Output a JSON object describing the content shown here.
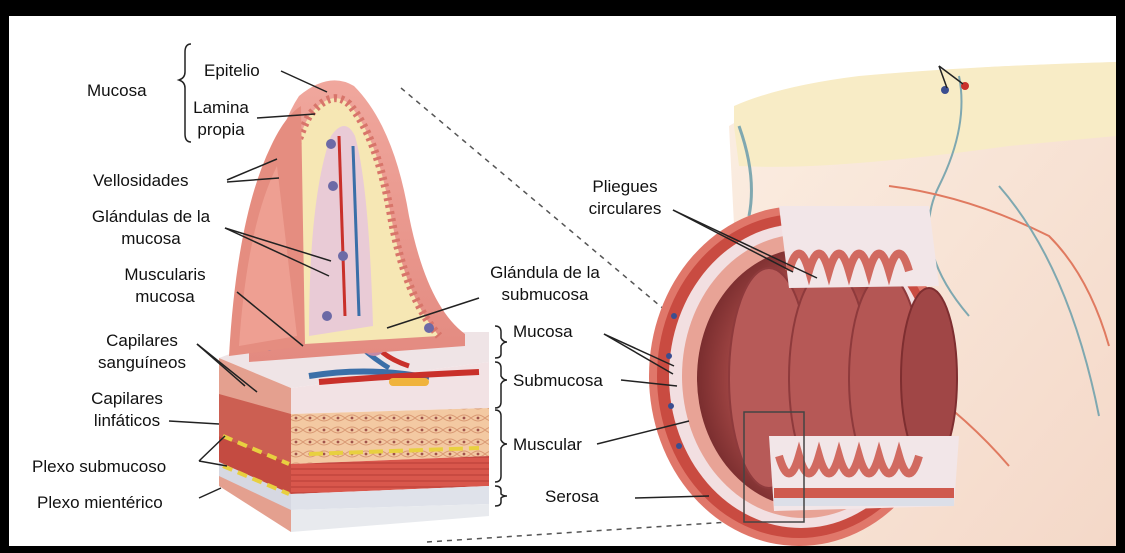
{
  "labels": {
    "mucosa_group": "Mucosa",
    "epitelio": "Epitelio",
    "lamina_1": "Lamina",
    "lamina_2": "propia",
    "vellosidades": "Vellosidades",
    "glandulas_mucosa_1": "Glándulas de la",
    "glandulas_mucosa_2": "mucosa",
    "muscularis_1": "Muscularis",
    "muscularis_2": "mucosa",
    "capilares_sang_1": "Capilares",
    "capilares_sang_2": "sanguíneos",
    "capilares_linf_1": "Capilares",
    "capilares_linf_2": "linfáticos",
    "plexo_submucoso": "Plexo submucoso",
    "plexo_mienterico": "Plexo mientérico",
    "glandula_submucosa_1": "Glándula de la",
    "glandula_submucosa_2": "submucosa",
    "layer_mucosa": "Mucosa",
    "layer_submucosa": "Submucosa",
    "layer_muscular": "Muscular",
    "layer_serosa": "Serosa",
    "pliegues_1": "Pliegues",
    "pliegues_2": "circulares"
  },
  "colors": {
    "frame": "#000000",
    "background": "#ffffff",
    "mucosa_pink": "#e8908a",
    "lamina_cream": "#f6e7b4",
    "muscle_red": "#d9574c",
    "lumen_dark": "#9b3a3a",
    "serosa_blue": "#d8dde8"
  }
}
